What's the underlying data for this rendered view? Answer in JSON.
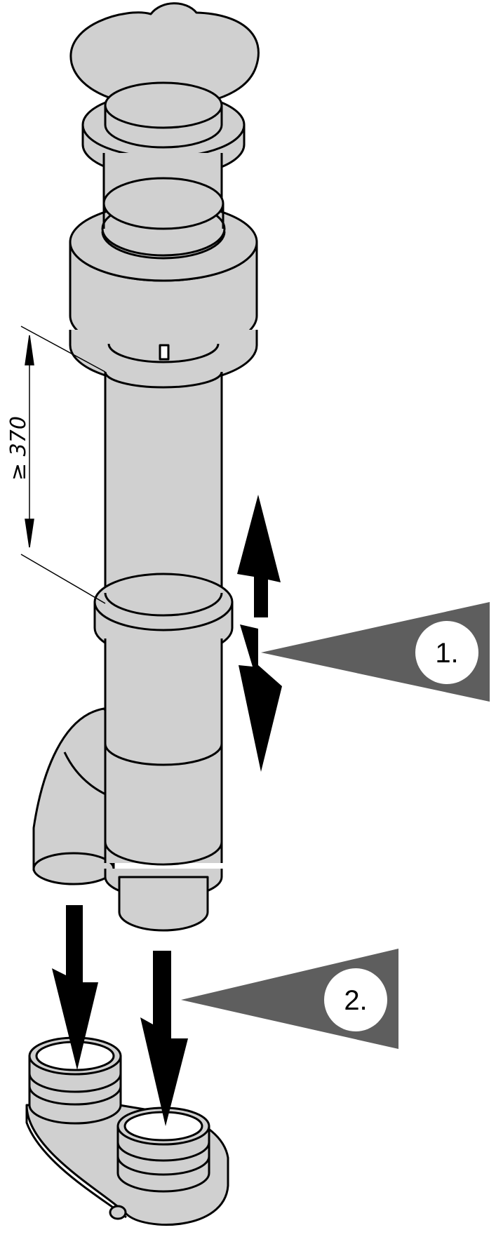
{
  "figure": {
    "dimension_label": "≥ 370",
    "steps": [
      {
        "label": "1."
      },
      {
        "label": "2."
      }
    ]
  },
  "colors": {
    "pipe_fill": "#d0d0d0",
    "outline": "#000000",
    "callout": "#5e5e5e",
    "arrow": "#000000",
    "background": "#ffffff"
  }
}
